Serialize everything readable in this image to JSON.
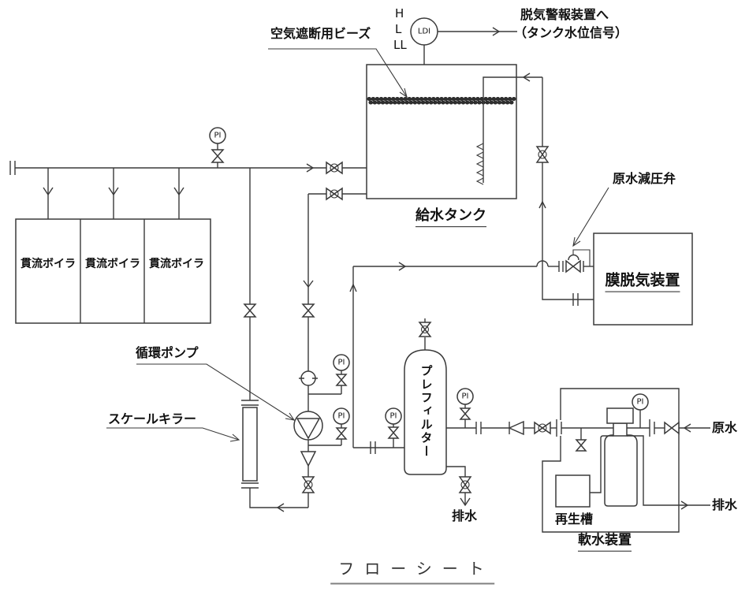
{
  "diagram_title": "フローシート",
  "labels": {
    "pi": "PI",
    "level_indicator_tag": "LDI",
    "levels": [
      "H",
      "L",
      "LL"
    ],
    "air_shutoff_beads": "空気遮断用ビーズ",
    "degas_alarm_to": "脱気警報装置へ",
    "tank_level_signal": "（タンク水位信号）",
    "feed_tank": "給水タンク",
    "once_through_boilers": [
      "貫流ボイラ",
      "貫流ボイラ",
      "貫流ボイラ"
    ],
    "circulation_pump": "循環ポンプ",
    "scale_killer": "スケールキラー",
    "prefilter": "プレフィルター",
    "raw_water_prv": "原水減圧弁",
    "membrane_deaerator": "膜脱気装置",
    "softener": "軟水装置",
    "regeneration_tank": "再生槽",
    "raw_water": "原水",
    "drain": "排水"
  }
}
